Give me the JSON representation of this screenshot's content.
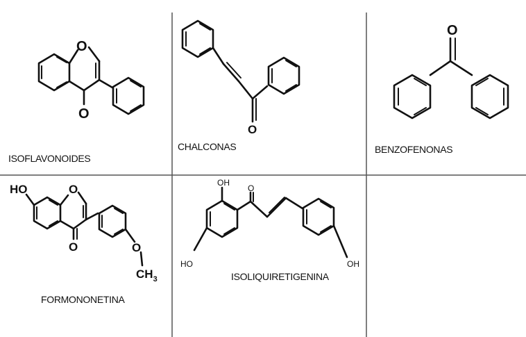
{
  "cells": [
    {
      "id": "isoflavonoides",
      "label": "ISOFLAVONOIDES",
      "atoms": {
        "ring_o": "O",
        "keto_o": "O"
      }
    },
    {
      "id": "chalconas",
      "label": "CHALCONAS",
      "atoms": {
        "keto_o": "O"
      }
    },
    {
      "id": "benzofenonas",
      "label": "BENZOFENONAS",
      "atoms": {
        "keto_o": "O"
      }
    },
    {
      "id": "formononetina",
      "label": "FORMONONETINA",
      "atoms": {
        "ho": "HO",
        "ring_o": "O",
        "keto_o": "O",
        "ether_o": "O",
        "methyl": "CH",
        "methyl_sub": "3"
      }
    },
    {
      "id": "isoliquiretigenina",
      "label": "ISOLIQUIRETIGENINA",
      "atoms": {
        "oh_top": "OH",
        "keto_o": "O",
        "ho_left": "HO",
        "oh_right": "OH"
      }
    }
  ],
  "line_color": "#111111",
  "grid_color": "#555555"
}
